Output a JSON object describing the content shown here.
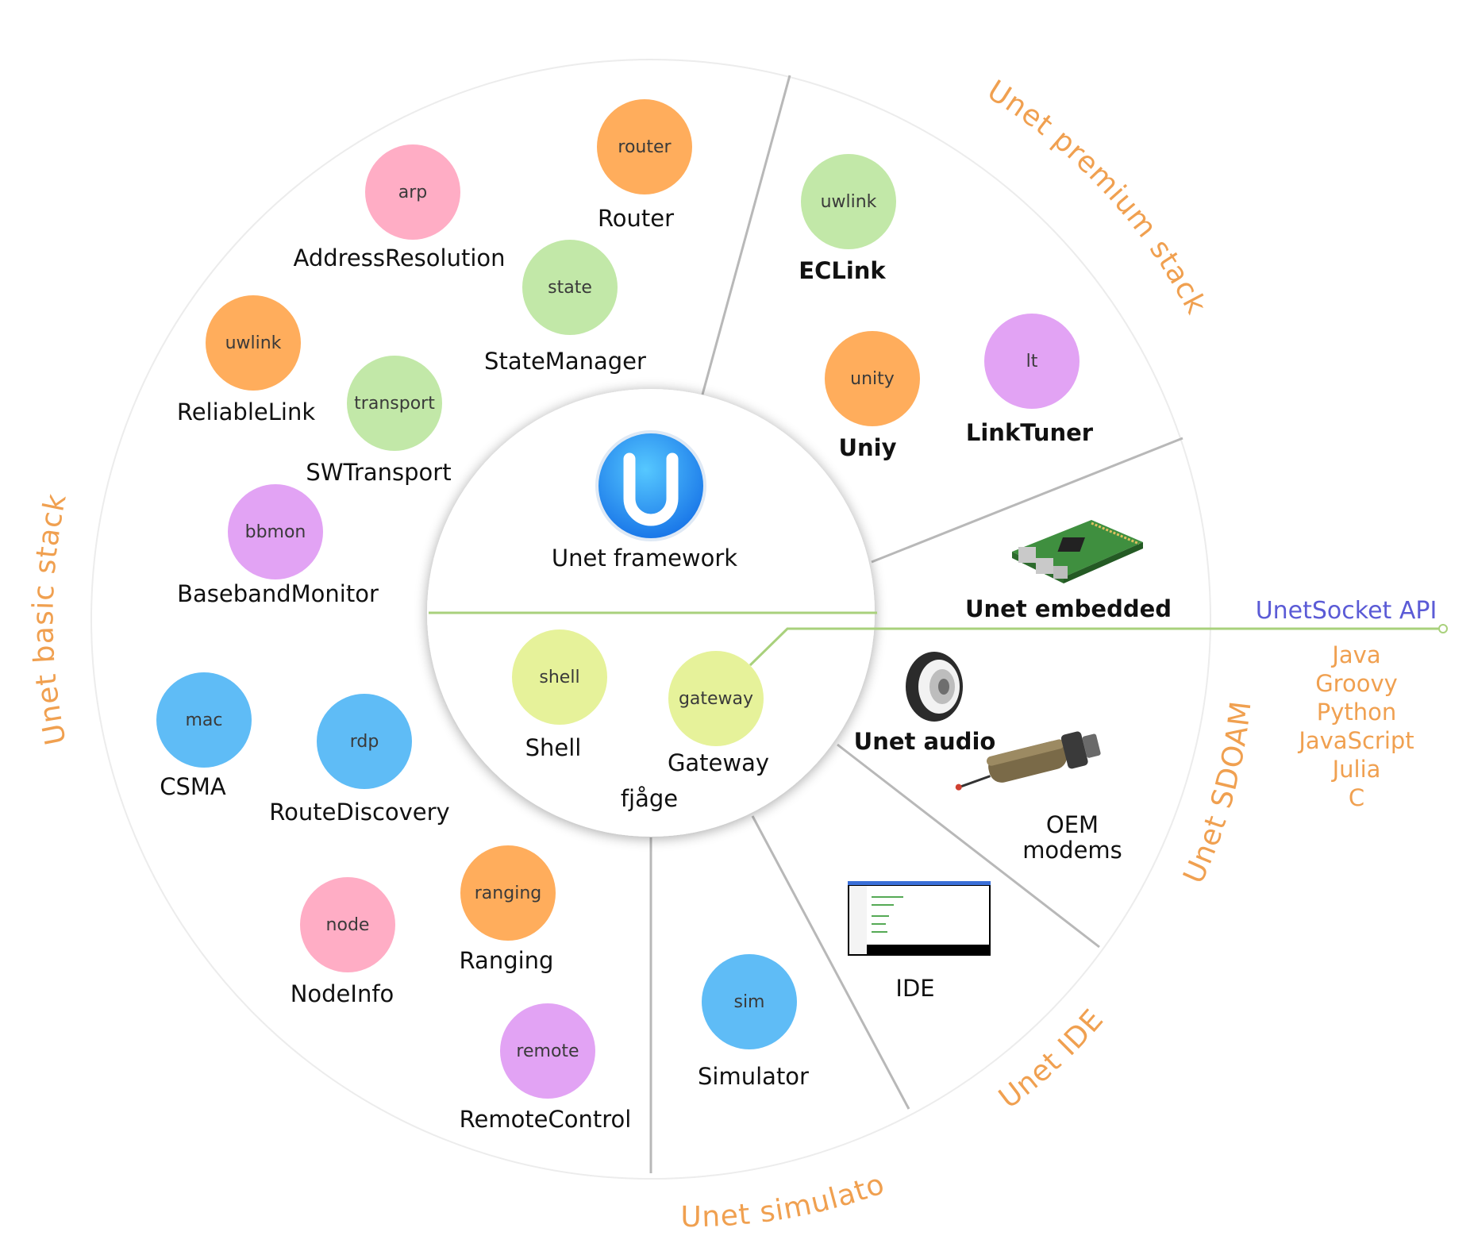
{
  "colors": {
    "orange": "#ffad5c",
    "pink": "#ffadc5",
    "green": "#c2e8a8",
    "purple": "#e2a3f4",
    "blue": "#5fbcf6",
    "yellow": "#e6f29a",
    "arc_label": "#f0a050",
    "api_label": "#5b5bd6",
    "connector": "#a9d17c"
  },
  "center": {
    "icon": "unet-logo-icon",
    "title": "Unet framework",
    "fjage": "fjåge"
  },
  "sections": {
    "basic": "Unet basic stack",
    "premium": "Unet premium stack",
    "sdoam": "Unet SDOAM",
    "ide": "Unet IDE",
    "simulator": "Unet simulator"
  },
  "agents": [
    {
      "id": "router",
      "short": "router",
      "label": "Router",
      "color": "orange"
    },
    {
      "id": "arp",
      "short": "arp",
      "label": "AddressResolution",
      "color": "pink"
    },
    {
      "id": "state",
      "short": "state",
      "label": "StateManager",
      "color": "green"
    },
    {
      "id": "uwlink-basic",
      "short": "uwlink",
      "label": "ReliableLink",
      "color": "orange"
    },
    {
      "id": "transport",
      "short": "transport",
      "label": "SWTransport",
      "color": "green"
    },
    {
      "id": "bbmon",
      "short": "bbmon",
      "label": "BasebandMonitor",
      "color": "purple"
    },
    {
      "id": "mac",
      "short": "mac",
      "label": "CSMA",
      "color": "blue"
    },
    {
      "id": "rdp",
      "short": "rdp",
      "label": "RouteDiscovery",
      "color": "blue"
    },
    {
      "id": "node",
      "short": "node",
      "label": "NodeInfo",
      "color": "pink"
    },
    {
      "id": "ranging",
      "short": "ranging",
      "label": "Ranging",
      "color": "orange"
    },
    {
      "id": "remote",
      "short": "remote",
      "label": "RemoteControl",
      "color": "purple"
    },
    {
      "id": "uwlink-premium",
      "short": "uwlink",
      "label": "ECLink",
      "color": "green"
    },
    {
      "id": "unity",
      "short": "unity",
      "label": "Uniy",
      "color": "orange"
    },
    {
      "id": "lt",
      "short": "lt",
      "label": "LinkTuner",
      "color": "purple"
    },
    {
      "id": "shell",
      "short": "shell",
      "label": "Shell",
      "color": "yellow"
    },
    {
      "id": "gateway",
      "short": "gateway",
      "label": "Gateway",
      "color": "yellow"
    },
    {
      "id": "sim",
      "short": "sim",
      "label": "Simulator",
      "color": "blue"
    }
  ],
  "products": {
    "embedded": {
      "label": "Unet embedded",
      "icon": "raspberry-pi-icon"
    },
    "audio": {
      "label": "Unet audio",
      "icon": "speaker-icon"
    },
    "modems": {
      "line1": "OEM",
      "line2": "modems",
      "icon": "modem-icon"
    },
    "ide": {
      "label": "IDE",
      "icon": "ide-screenshot-icon"
    }
  },
  "api": {
    "title": "UnetSocket API",
    "languages": [
      "Java",
      "Groovy",
      "Python",
      "JavaScript",
      "Julia",
      "C"
    ]
  }
}
